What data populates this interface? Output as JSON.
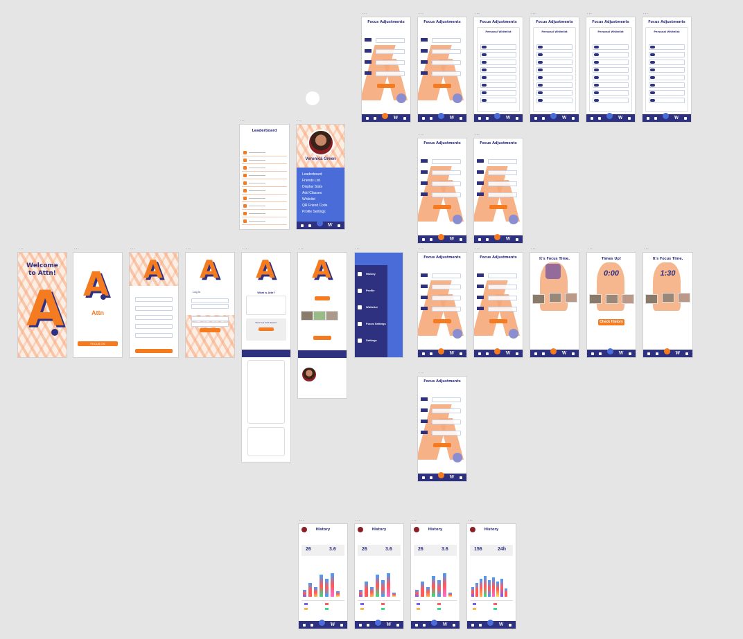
{
  "canvas_label": "...",
  "colors": {
    "orange": "#f47b20",
    "navy": "#2e3180",
    "blue": "#4a6cd9",
    "peach": "#f7a478"
  },
  "screens": {
    "welcome": {
      "title": "Welcome to Attn!"
    },
    "splash": {
      "brand": "Attn",
      "button": "FOCUS ON"
    },
    "login": {
      "label": "Log In"
    },
    "what_is": {
      "title": "What is Attn?",
      "start_title": "Start Your First Session",
      "start_button": "START"
    },
    "start": {
      "button": "START"
    },
    "side_menu": {
      "items": [
        "History",
        "Profile",
        "Whitelist",
        "Focus Settings",
        "Settings"
      ]
    },
    "leaderboard": {
      "title": "Leaderboard"
    },
    "profile": {
      "name": "Veronica Green",
      "menu": [
        "Leaderboard",
        "Friends List",
        "Display Stats",
        "Add Classes",
        "Whitelist",
        "QR Friend Code",
        "Profile Settings"
      ]
    },
    "focus": {
      "title": "Focus Adjustments",
      "whitelist_title": "Personal Whitelist",
      "add_label": "ADD"
    },
    "focus_time": {
      "title": "It's Focus Time."
    },
    "times_up": {
      "title": "Times Up!",
      "timer": "0:00",
      "button": "Check History"
    },
    "focus_time2": {
      "title": "It's Focus Time.",
      "timer": "1:30"
    },
    "history": {
      "title": "History",
      "cards": [
        {
          "stat1": "26",
          "stat2": "3.6"
        },
        {
          "stat1": "26",
          "stat2": "3.6"
        },
        {
          "stat1": "26",
          "stat2": "3.6"
        },
        {
          "stat1": "156",
          "stat2": "24h"
        }
      ]
    }
  },
  "icons": [
    "plus-icon",
    "menu-icon",
    "chart-icon",
    "person-icon",
    "w-icon"
  ]
}
